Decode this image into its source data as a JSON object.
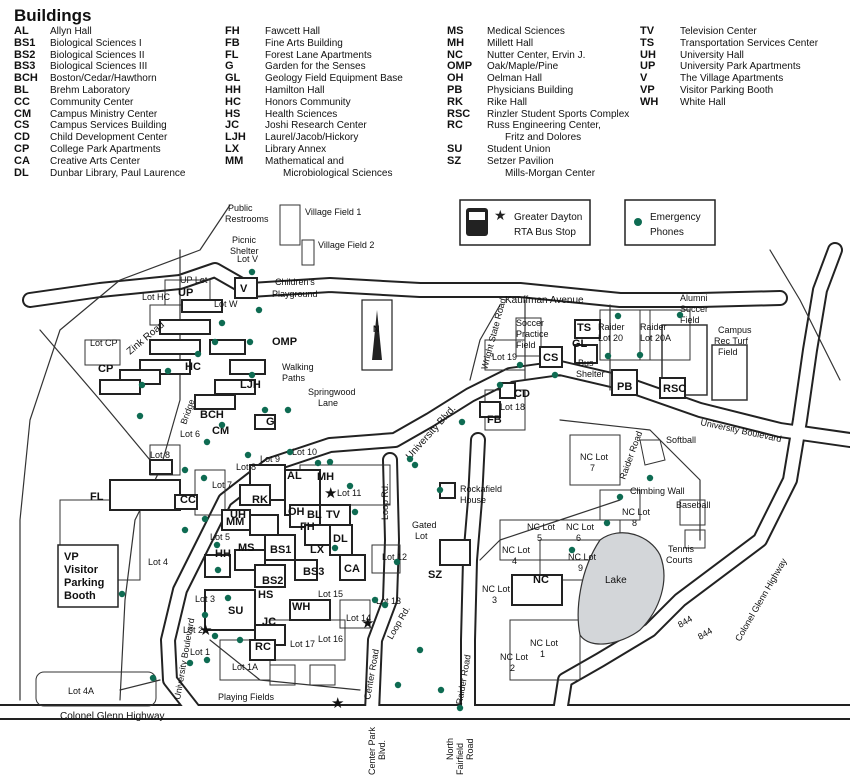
{
  "legend": {
    "title": "Buildings",
    "columns": [
      [
        {
          "code": "AL",
          "name": "Allyn Hall"
        },
        {
          "code": "BS1",
          "name": "Biological Sciences I"
        },
        {
          "code": "BS2",
          "name": "Biological Sciences II"
        },
        {
          "code": "BS3",
          "name": "Biological Sciences III"
        },
        {
          "code": "BCH",
          "name": "Boston/Cedar/Hawthorn"
        },
        {
          "code": "BL",
          "name": "Brehm Laboratory"
        },
        {
          "code": "CC",
          "name": "Community Center"
        },
        {
          "code": "CM",
          "name": "Campus Ministry Center"
        },
        {
          "code": "CS",
          "name": "Campus Services Building"
        },
        {
          "code": "CD",
          "name": "Child Development Center"
        },
        {
          "code": "CP",
          "name": "College Park Apartments"
        },
        {
          "code": "CA",
          "name": "Creative Arts Center"
        },
        {
          "code": "DL",
          "name": "Dunbar Library, Paul Laurence"
        }
      ],
      [
        {
          "code": "FH",
          "name": "Fawcett Hall"
        },
        {
          "code": "FB",
          "name": "Fine Arts Building"
        },
        {
          "code": "FL",
          "name": "Forest Lane Apartments"
        },
        {
          "code": "G",
          "name": "Garden for the Senses"
        },
        {
          "code": "GL",
          "name": "Geology Field Equipment Base"
        },
        {
          "code": "HH",
          "name": "Hamilton Hall"
        },
        {
          "code": "HC",
          "name": "Honors Community"
        },
        {
          "code": "HS",
          "name": "Health Sciences"
        },
        {
          "code": "JC",
          "name": "Joshi Research Center"
        },
        {
          "code": "LJH",
          "name": "Laurel/Jacob/Hickory"
        },
        {
          "code": "LX",
          "name": "Library Annex"
        },
        {
          "code": "MM",
          "name": "Mathematical and"
        },
        {
          "code": "",
          "name": "Microbiological Sciences"
        }
      ],
      [
        {
          "code": "MS",
          "name": "Medical Sciences"
        },
        {
          "code": "MH",
          "name": "Millett Hall"
        },
        {
          "code": "NC",
          "name": "Nutter Center, Ervin J."
        },
        {
          "code": "OMP",
          "name": "Oak/Maple/Pine"
        },
        {
          "code": "OH",
          "name": "Oelman Hall"
        },
        {
          "code": "PB",
          "name": "Physicians Building"
        },
        {
          "code": "RK",
          "name": "Rike Hall"
        },
        {
          "code": "RSC",
          "name": "Rinzler Student Sports Complex"
        },
        {
          "code": "RC",
          "name": "Russ Engineering Center,"
        },
        {
          "code": "",
          "name": "Fritz and Dolores"
        },
        {
          "code": "SU",
          "name": "Student Union"
        },
        {
          "code": "SZ",
          "name": "Setzer Pavilion"
        },
        {
          "code": "",
          "name": "Mills-Morgan Center"
        }
      ],
      [
        {
          "code": "TV",
          "name": "Television Center"
        },
        {
          "code": "TS",
          "name": "Transportation Services Center"
        },
        {
          "code": "UH",
          "name": "University Hall"
        },
        {
          "code": "UP",
          "name": "University Park Apartments"
        },
        {
          "code": "V",
          "name": "The Village Apartments"
        },
        {
          "code": "VP",
          "name": "Visitor Parking Booth"
        },
        {
          "code": "WH",
          "name": "White Hall"
        }
      ]
    ]
  },
  "key": {
    "bus_stop_line1": "Greater Dayton",
    "bus_stop_line2": "RTA Bus Stop",
    "phones_line1": "Emergency",
    "phones_line2": "Phones"
  },
  "vp_box": {
    "code": "VP",
    "line1": "Visitor",
    "line2": "Parking",
    "line3": "Booth"
  },
  "roads": {
    "kauffman": "Kauffman Avenue",
    "colonel_glenn": "Colonel Glenn Highway",
    "colonel_glenn_diag": "Colonel Glenn Highway",
    "university_blvd_left": "University Boulevard",
    "university_blvd_mid": "University Blvd.",
    "university_blvd_right": "University Boulevard",
    "zink": "Zink Road",
    "wright_state": "Wright State Road",
    "loop1": "Loop Rd.",
    "loop2": "Loop Rd.",
    "center_road": "Center Road",
    "center_park1": "Center Park",
    "center_park2": "Blvd.",
    "raider_road": "Raider Road",
    "raider_road2": "Raider Road",
    "north_fairfield1": "North",
    "north_fairfield2": "Fairfield",
    "north_fairfield3": "Road",
    "bridge": "Bridge",
    "i844a": "844",
    "i844b": "844"
  },
  "places": [
    {
      "text": "Public"
    },
    {
      "text": "Restrooms"
    },
    {
      "text": "Village Field 1"
    },
    {
      "text": "Picnic"
    },
    {
      "text": "Shelter"
    },
    {
      "text": "Village Field 2"
    },
    {
      "text": "Children's"
    },
    {
      "text": "Playground"
    },
    {
      "text": "Walking"
    },
    {
      "text": "Paths"
    },
    {
      "text": "Springwood"
    },
    {
      "text": "Lane"
    },
    {
      "text": "Soccer"
    },
    {
      "text": "Practice"
    },
    {
      "text": "Field"
    },
    {
      "text": "Alumni"
    },
    {
      "text": "Soccer"
    },
    {
      "text": "Field"
    },
    {
      "text": "Campus"
    },
    {
      "text": "Rec Turf"
    },
    {
      "text": "Field"
    },
    {
      "text": "Bus"
    },
    {
      "text": "Shelter"
    },
    {
      "text": "Softball"
    },
    {
      "text": "Climbing Wall"
    },
    {
      "text": "Baseball"
    },
    {
      "text": "Tennis"
    },
    {
      "text": "Courts"
    },
    {
      "text": "Lake"
    },
    {
      "text": "Rockafield"
    },
    {
      "text": "House"
    },
    {
      "text": "Gated"
    },
    {
      "text": "Lot"
    },
    {
      "text": "Playing Fields"
    }
  ],
  "lots": [
    "Lot V",
    "UP Lot",
    "Lot HC",
    "Lot W",
    "Lot CP",
    "Lot 8",
    "Lot 6",
    "Lot 10",
    "Lot 9",
    "Lot 7",
    "Lot 8",
    "Lot 11",
    "Lot 5",
    "Lot 4",
    "Lot 3",
    "Lot 2",
    "Lot 1",
    "Lot 1A",
    "Lot 4A",
    "Lot 17",
    "Lot 16",
    "Lot 15",
    "Lot 14",
    "Lot 13",
    "Lot 12",
    "Lot 19",
    "Lot 18",
    "Raider Lot 20",
    "Raider Lot 20A",
    "NC Lot 7",
    "NC Lot 8",
    "NC Lot 5",
    "NC Lot 6",
    "NC Lot 4",
    "NC Lot 9",
    "NC Lot 3",
    "NC Lot 2",
    "NC Lot 1"
  ],
  "codes": [
    "V",
    "UP",
    "HC",
    "OMP",
    "LJH",
    "BCH",
    "CM",
    "G",
    "CP",
    "FL",
    "CC",
    "AL",
    "MH",
    "RK",
    "UH",
    "MM",
    "OH",
    "BL",
    "TV",
    "FH",
    "DL",
    "LX",
    "MS",
    "BS1",
    "HH",
    "BS2",
    "BS3",
    "CA",
    "HS",
    "SU",
    "WH",
    "JC",
    "RC",
    "SZ",
    "NC",
    "TS",
    "CS",
    "GL",
    "PB",
    "RSC",
    "CD",
    "FB",
    "VP"
  ],
  "colors": {
    "ink": "#111111",
    "phone": "#0e6b52",
    "road": "#ffffff",
    "lake": "#d3d6d9",
    "building": "#2b2b2b"
  }
}
